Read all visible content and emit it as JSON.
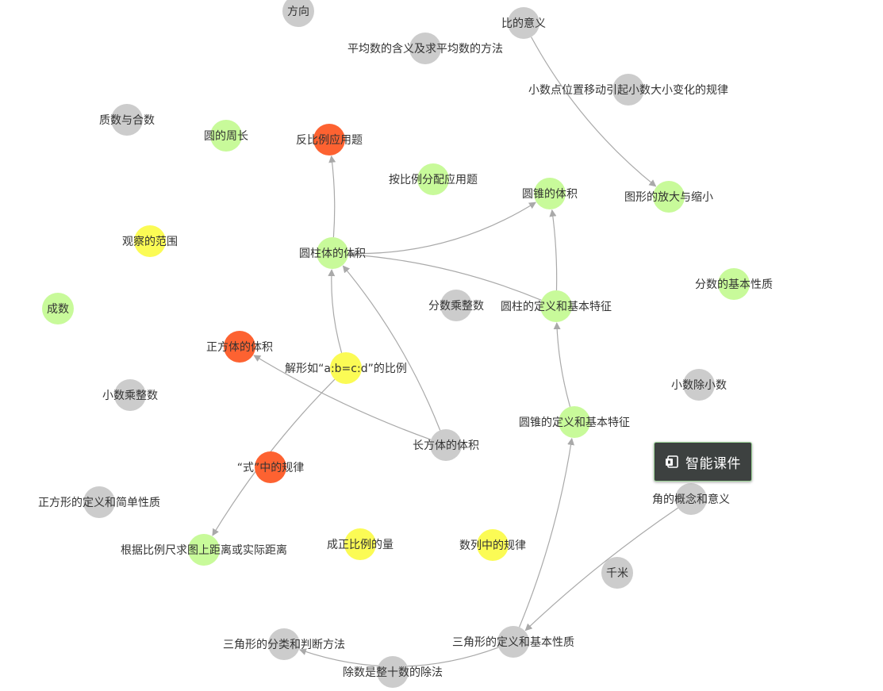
{
  "colors": {
    "grey": "#cccccc",
    "green": "#c8fa9a",
    "yellow": "#fbfb55",
    "orange": "#fd6231",
    "edge": "#a9a9a9"
  },
  "nodes": [
    {
      "id": "fangxiang",
      "label": "方向",
      "color": "grey"
    },
    {
      "id": "bideyiyi",
      "label": "比的意义",
      "color": "grey"
    },
    {
      "id": "pingjunshu",
      "label": "平均数的含义及求平均数的方法",
      "color": "grey"
    },
    {
      "id": "xiaoshudian",
      "label": "小数点位置移动引起小数大小变化的规律",
      "color": "grey"
    },
    {
      "id": "zhishu",
      "label": "质数与合数",
      "color": "grey"
    },
    {
      "id": "yuandezhouchang",
      "label": "圆的周长",
      "color": "green"
    },
    {
      "id": "fanbili",
      "label": "反比例应用题",
      "color": "orange"
    },
    {
      "id": "anbili",
      "label": "按比例分配应用题",
      "color": "green"
    },
    {
      "id": "yuanzhuitiji",
      "label": "圆锥的体积",
      "color": "green"
    },
    {
      "id": "fangdasuoxiao",
      "label": "图形的放大与缩小",
      "color": "green"
    },
    {
      "id": "guancha",
      "label": "观察的范围",
      "color": "yellow"
    },
    {
      "id": "yuanzhutiji",
      "label": "圆柱体的体积",
      "color": "green"
    },
    {
      "id": "fenshuxingzhi",
      "label": "分数的基本性质",
      "color": "green"
    },
    {
      "id": "chengshu",
      "label": "成数",
      "color": "green"
    },
    {
      "id": "fenshuchengzhengshu",
      "label": "分数乘整数",
      "color": "grey"
    },
    {
      "id": "yuanzhudingyi",
      "label": "圆柱的定义和基本特征",
      "color": "green"
    },
    {
      "id": "zhengfangtitiji",
      "label": "正方体的体积",
      "color": "orange"
    },
    {
      "id": "jiexingru",
      "label": "解形如“a:b=c:d”的比例",
      "color": "yellow"
    },
    {
      "id": "xiaoshuchuxiaoshu",
      "label": "小数除小数",
      "color": "grey"
    },
    {
      "id": "xiaoshuchengzhengshu",
      "label": "小数乘整数",
      "color": "grey"
    },
    {
      "id": "changfangtitiji",
      "label": "长方体的体积",
      "color": "grey"
    },
    {
      "id": "yuanzhuidingyi",
      "label": "圆锥的定义和基本特征",
      "color": "green"
    },
    {
      "id": "shizhongguilv",
      "label": "“式”中的规律",
      "color": "orange"
    },
    {
      "id": "jiaodegainian",
      "label": "角的概念和意义",
      "color": "grey"
    },
    {
      "id": "zhengfangxing",
      "label": "正方形的定义和简单性质",
      "color": "grey"
    },
    {
      "id": "genjubilichi",
      "label": "根据比例尺求图上距离或实际距离",
      "color": "green"
    },
    {
      "id": "chengzhengbili",
      "label": "成正比例的量",
      "color": "yellow"
    },
    {
      "id": "shuliezhongguilv",
      "label": "数列中的规律",
      "color": "yellow"
    },
    {
      "id": "qianmi",
      "label": "千米",
      "color": "grey"
    },
    {
      "id": "sanjiaoxingfenlei",
      "label": "三角形的分类和判断方法",
      "color": "grey"
    },
    {
      "id": "sanjiaoxingdingyi",
      "label": "三角形的定义和基本性质",
      "color": "grey"
    },
    {
      "id": "chushu",
      "label": "除数是整十数的除法",
      "color": "grey"
    }
  ],
  "edges": [
    {
      "from": "bideyiyi",
      "to": "fangdasuoxiao"
    },
    {
      "from": "yuanzhutiji",
      "to": "fanbili"
    },
    {
      "from": "yuanzhutiji",
      "to": "yuanzhuitiji"
    },
    {
      "from": "yuanzhudingyi",
      "to": "yuanzhutiji"
    },
    {
      "from": "yuanzhudingyi",
      "to": "yuanzhuitiji"
    },
    {
      "from": "yuanzhuidingyi",
      "to": "yuanzhudingyi"
    },
    {
      "from": "jiexingru",
      "to": "yuanzhutiji"
    },
    {
      "from": "jiexingru",
      "to": "genjubilichi"
    },
    {
      "from": "changfangtitiji",
      "to": "yuanzhutiji"
    },
    {
      "from": "changfangtitiji",
      "to": "zhengfangtitiji"
    },
    {
      "from": "sanjiaoxingdingyi",
      "to": "yuanzhuidingyi"
    },
    {
      "from": "sanjiaoxingdingyi",
      "to": "sanjiaoxingfenlei"
    },
    {
      "from": "jiaodegainian",
      "to": "sanjiaoxingdingyi"
    }
  ],
  "fab": {
    "label": "智能课件",
    "icon": "courseware-icon"
  }
}
